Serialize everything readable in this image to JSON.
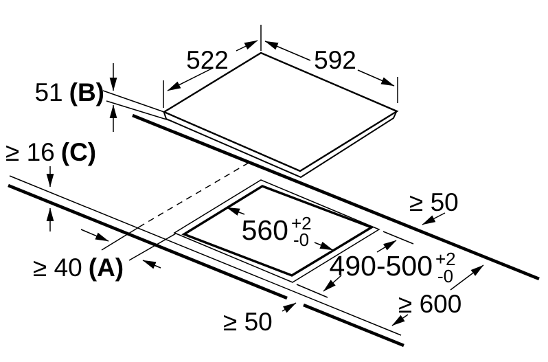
{
  "diagram": {
    "kind": "hob-installation-dimension-drawing",
    "background_color": "#ffffff",
    "line_color": "#000000"
  },
  "dimensions": {
    "hob_depth": "522",
    "hob_width": "592",
    "hob_height": {
      "value": "51",
      "key": "(B)"
    },
    "worktop_thickness": {
      "value": "≥ 16",
      "key": "(C)"
    },
    "side_clearance": {
      "value": "≥ 40",
      "key": "(A)"
    },
    "rear_clearance": "≥ 50",
    "front_clearance": "≥ 50",
    "worktop_depth": "≥ 600",
    "cutout_width": {
      "value": "560",
      "tol_plus": "+2",
      "tol_minus": "-0"
    },
    "cutout_depth": {
      "value": "490-500",
      "tol_plus": "+2",
      "tol_minus": "-0"
    }
  }
}
